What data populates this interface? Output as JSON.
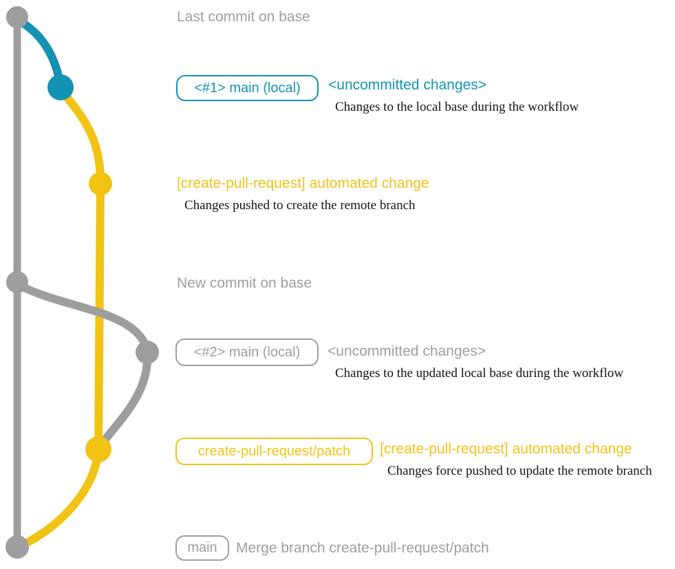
{
  "colors": {
    "background": "#ffffff",
    "gray": "#9e9e9e",
    "teal": "#1492b4",
    "yellow": "#f0c314",
    "caption": "#141414"
  },
  "graph": {
    "branches": [
      {
        "name": "base",
        "color_key": "gray"
      },
      {
        "name": "local main #1",
        "color_key": "teal"
      },
      {
        "name": "create-pull-request/patch",
        "color_key": "yellow"
      },
      {
        "name": "local main #2",
        "color_key": "gray"
      }
    ],
    "nodes": [
      {
        "id": "last-commit-on-base",
        "color_key": "gray"
      },
      {
        "id": "uncommitted-changes-1",
        "color_key": "teal"
      },
      {
        "id": "automated-change-1",
        "color_key": "yellow"
      },
      {
        "id": "new-commit-on-base",
        "color_key": "gray"
      },
      {
        "id": "uncommitted-changes-2",
        "color_key": "gray"
      },
      {
        "id": "automated-change-2",
        "color_key": "yellow"
      },
      {
        "id": "merge-commit",
        "color_key": "gray"
      }
    ]
  },
  "annotations": {
    "row1": {
      "label": "Last commit on base"
    },
    "row2": {
      "badge": "<#1> main (local)",
      "status": "<uncommitted changes>",
      "caption": "Changes to the local base during the workflow"
    },
    "row3": {
      "title": "[create-pull-request] automated change",
      "caption": "Changes pushed to create the remote branch"
    },
    "row4": {
      "label": "New commit on base"
    },
    "row5": {
      "badge": "<#2> main (local)",
      "status": "<uncommitted changes>",
      "caption": "Changes to the updated local base during the workflow"
    },
    "row6": {
      "badge": "create-pull-request/patch",
      "title": "[create-pull-request] automated change",
      "caption": "Changes force pushed to update the remote branch"
    },
    "row7": {
      "badge": "main",
      "label": "Merge branch create-pull-request/patch"
    }
  }
}
